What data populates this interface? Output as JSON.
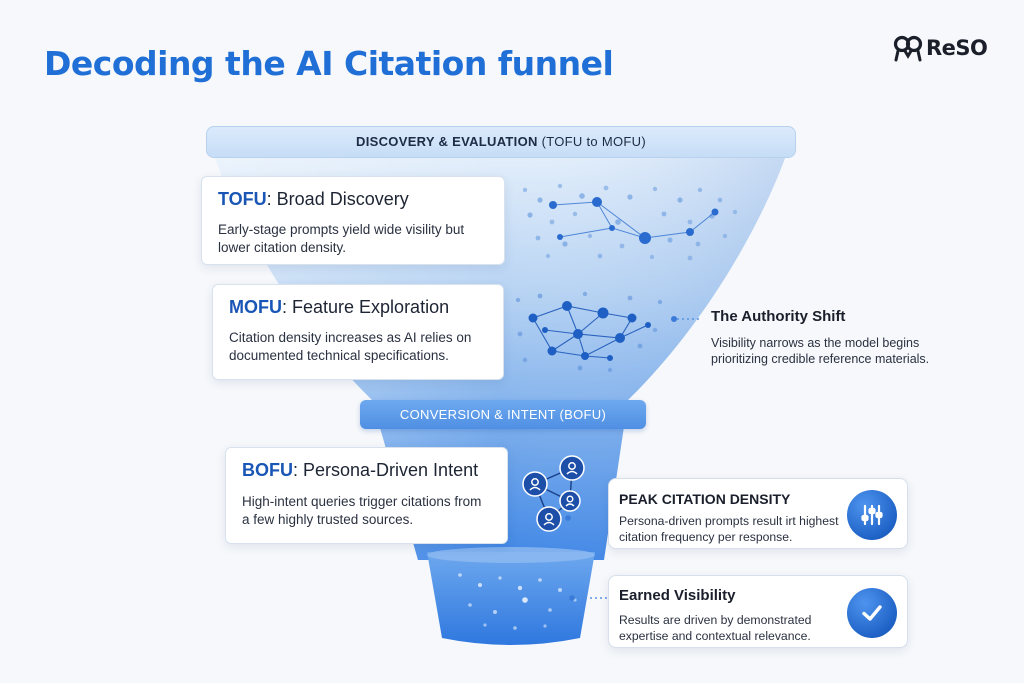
{
  "header": {
    "title": "Decoding the AI Citation funnel",
    "brand": "ReSO"
  },
  "stages": {
    "top_label_main": "DISCOVERY & EVALUATION",
    "top_label_sub": "(TOFU to MOFU)",
    "bottom_label": "CONVERSION & INTENT (BOFU)"
  },
  "cards": [
    {
      "abbr": "TOFU",
      "title": ": Broad Discovery",
      "desc": "Early-stage prompts yield wide visility but lower citation density."
    },
    {
      "abbr": "MOFU",
      "title": ": Feature Exploration",
      "desc": "Citation density increases as AI relies on documented technical specifications."
    },
    {
      "abbr": "BOFU",
      "title": ": Persona-Driven Intent",
      "desc": "High-intent queries trigger citations from a few highly trusted sources."
    }
  ],
  "authority_shift": {
    "title": "The Authority Shift",
    "desc": "Visibility narrows as the model begins prioritizing credible reference materials."
  },
  "side_cards": [
    {
      "title": "PEAK CITATION DENSITY",
      "desc": "Persona-driven prompts result irt highest citation frequency per response.",
      "icon": "sliders-icon"
    },
    {
      "title": "Earned Visibility",
      "desc": "Results are driven by demonstrated expertise and contextual relevance.",
      "icon": "checkmark-icon"
    }
  ],
  "colors": {
    "title_blue": "#1f6fd6",
    "funnel_light": "#dbeafb",
    "funnel_dark": "#3f86e6",
    "node_blue": "#1f5fc4"
  }
}
